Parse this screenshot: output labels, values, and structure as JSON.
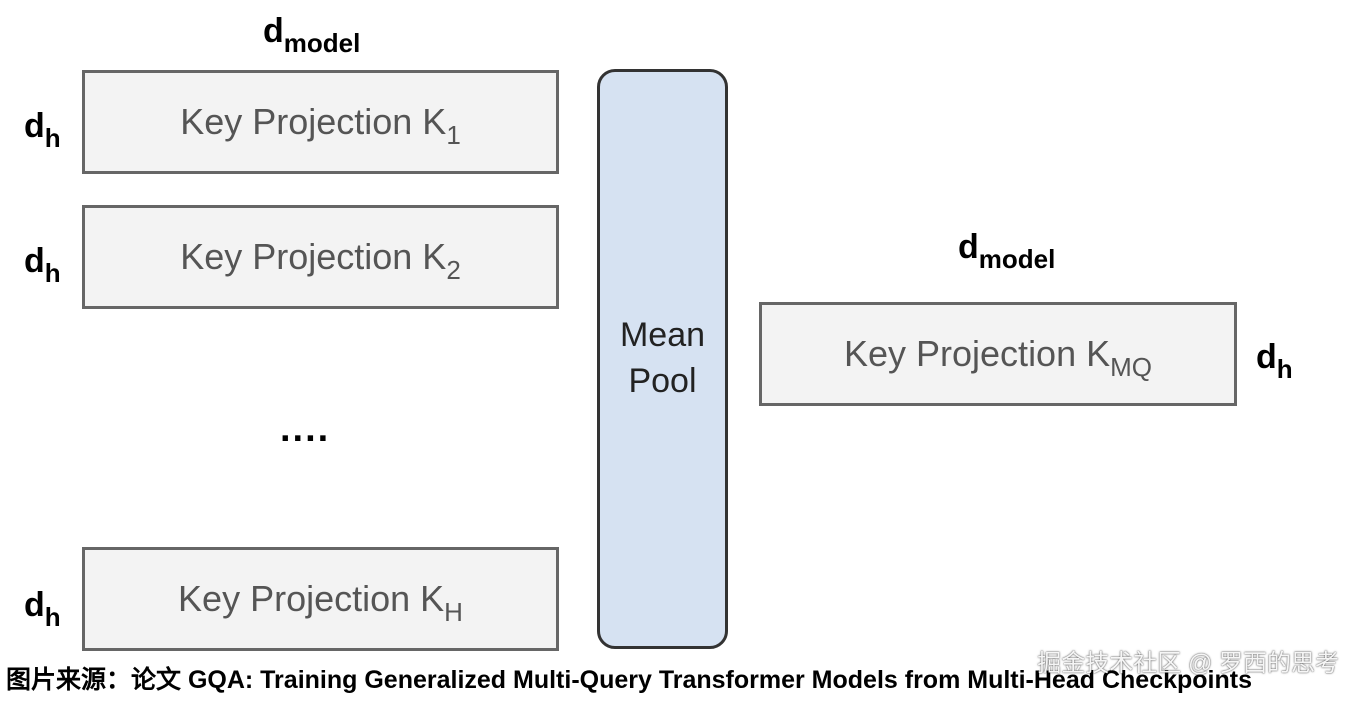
{
  "left": {
    "top_dim": {
      "base": "d",
      "sub": "model"
    },
    "rows": [
      {
        "dim": {
          "base": "d",
          "sub": "h"
        },
        "label_base": "Key Projection K",
        "label_sub": "1"
      },
      {
        "dim": {
          "base": "d",
          "sub": "h"
        },
        "label_base": "Key Projection K",
        "label_sub": "2"
      },
      {
        "dim": {
          "base": "d",
          "sub": "h"
        },
        "label_base": "Key Projection K",
        "label_sub": "H"
      }
    ],
    "ellipsis": "...."
  },
  "pool": {
    "line1": "Mean",
    "line2": "Pool"
  },
  "right": {
    "top_dim": {
      "base": "d",
      "sub": "model"
    },
    "side_dim": {
      "base": "d",
      "sub": "h"
    },
    "label_base": "Key Projection K",
    "label_sub": "MQ"
  },
  "caption": "图片来源：论文 GQA: Training Generalized Multi-Query Transformer Models from Multi-Head Checkpoints",
  "watermark": "掘金技术社区 @ 罗西的思考",
  "colors": {
    "box_fill": "#f3f3f3",
    "box_border": "#666666",
    "pool_fill": "#d6e2f2",
    "pool_border": "#333333"
  }
}
